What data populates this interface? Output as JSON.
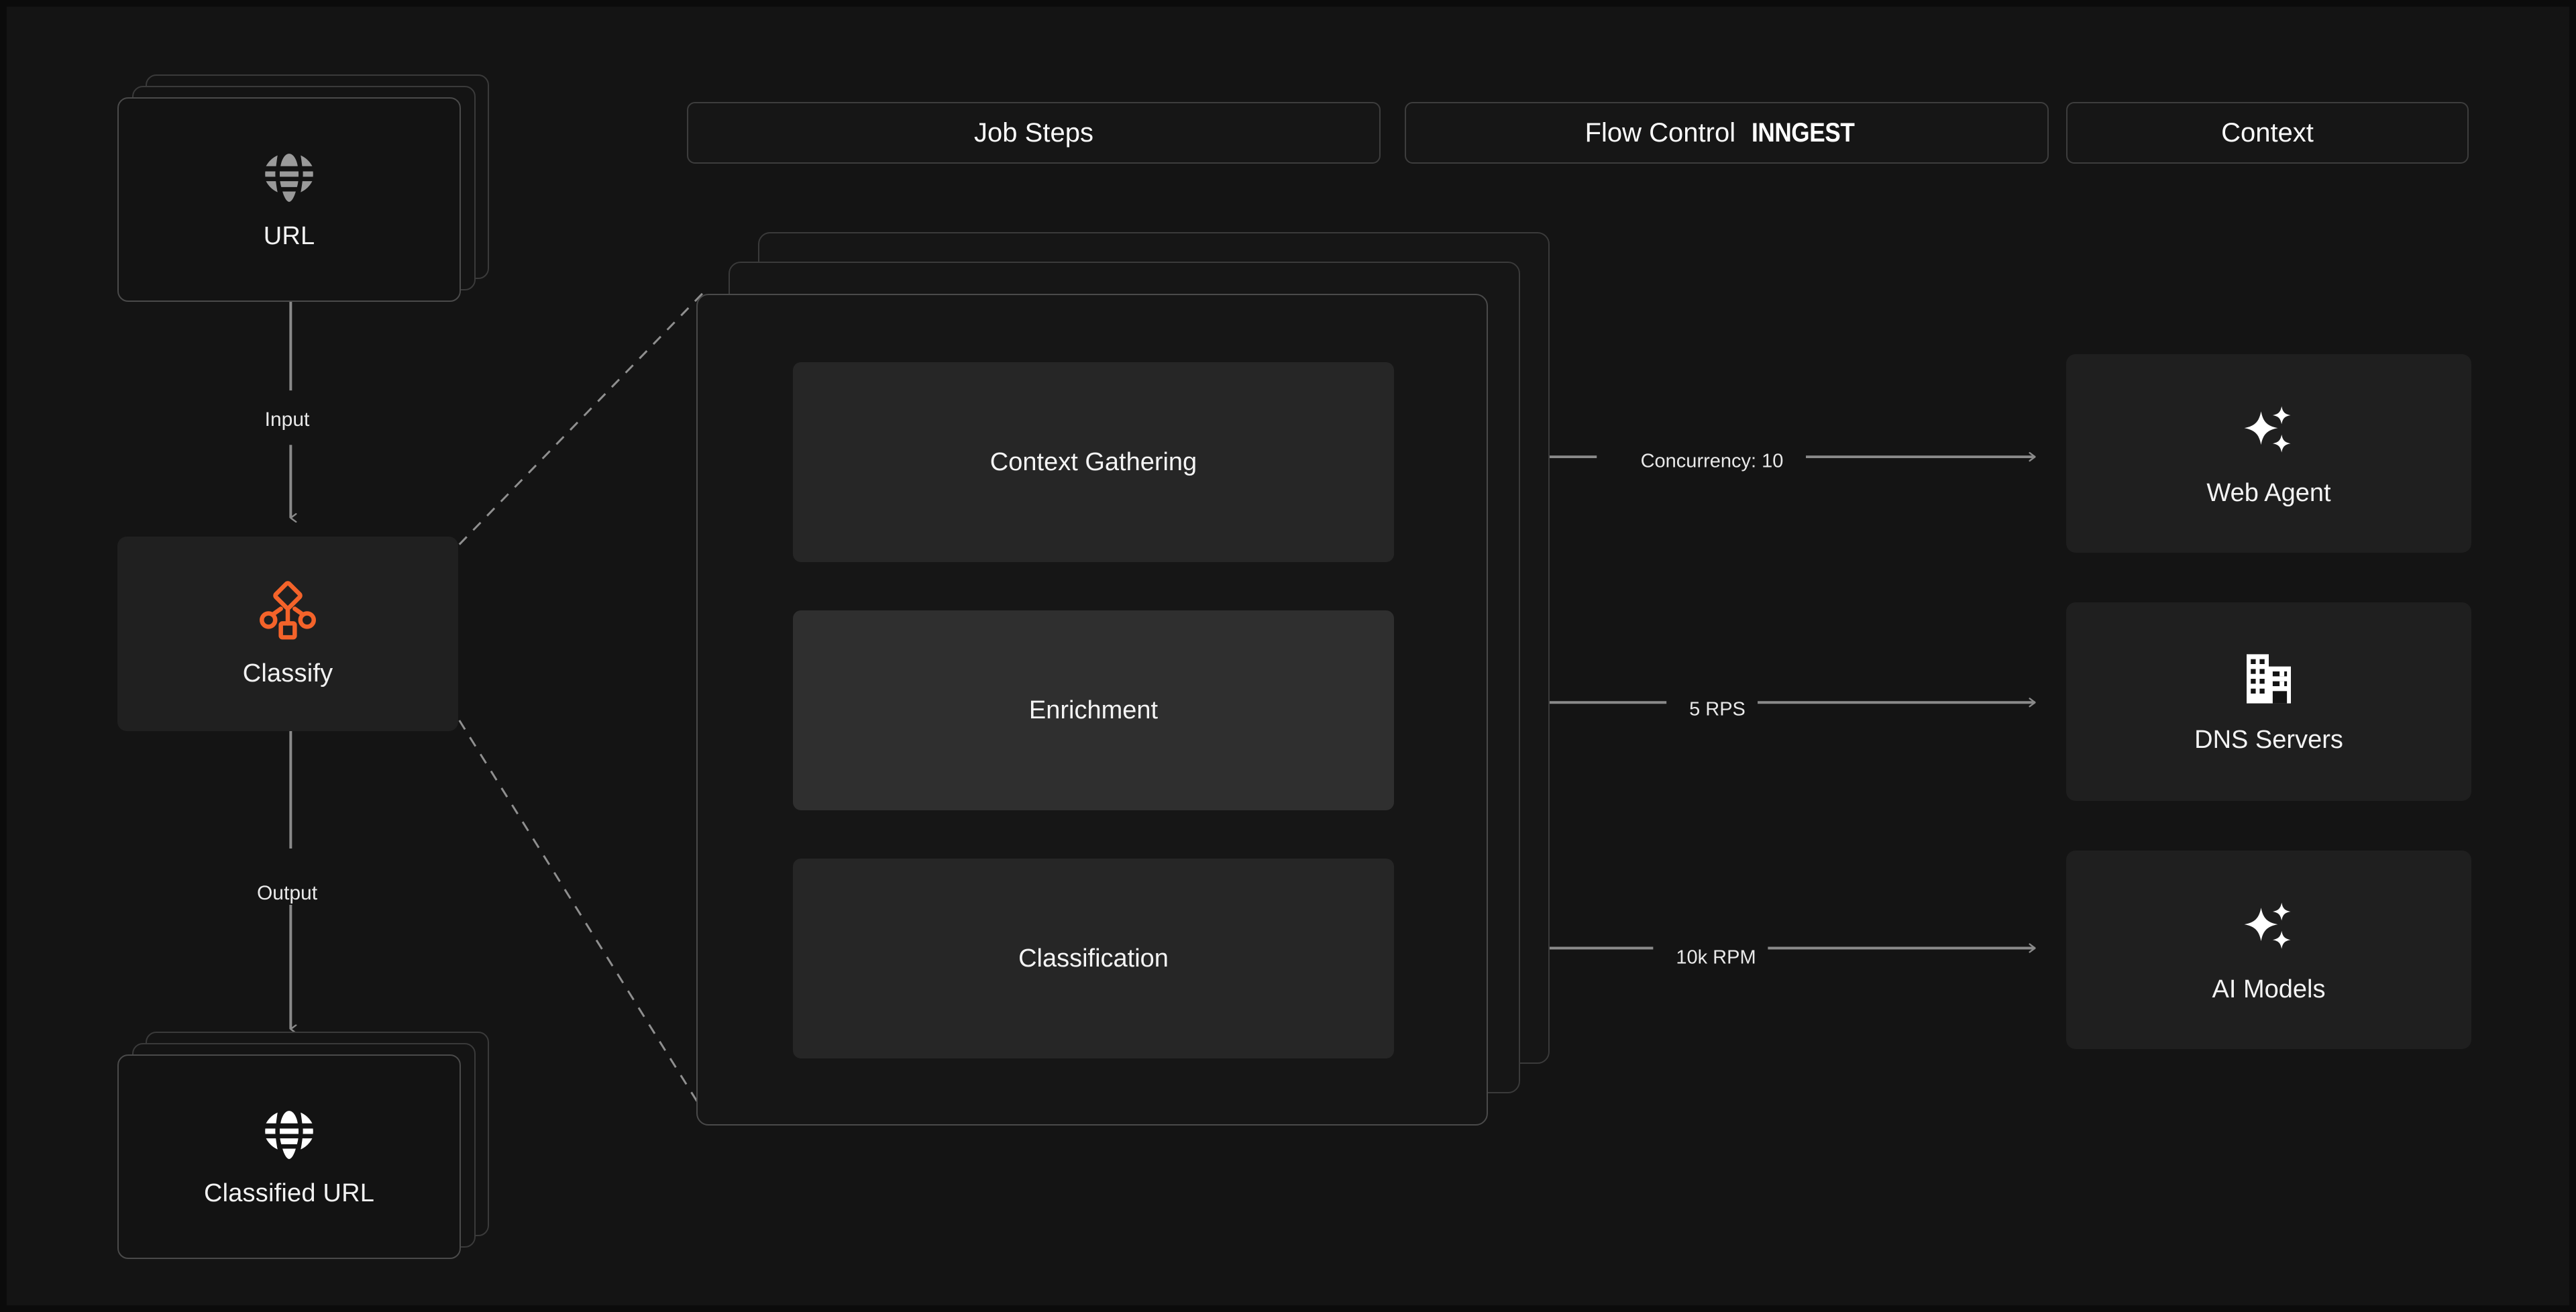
{
  "diagram": {
    "background_color": "#141414",
    "accent_color": "#f4632a",
    "headers": [
      {
        "id": "job-steps",
        "label": "Job Steps",
        "brand": ""
      },
      {
        "id": "flow-control",
        "label": "Flow Control",
        "brand": "INNGEST"
      },
      {
        "id": "context",
        "label": "Context",
        "brand": ""
      }
    ],
    "pipeline": {
      "input_card": {
        "label": "URL",
        "icon": "globe-icon",
        "icon_color": "#9a9a9a",
        "stacked": true
      },
      "process": {
        "label": "Classify",
        "icon": "workflow-icon",
        "icon_color": "#f4632a"
      },
      "output_card": {
        "label": "Classified URL",
        "icon": "globe-icon",
        "icon_color": "#ffffff",
        "stacked": true
      },
      "input_edge_label": "Input",
      "output_edge_label": "Output"
    },
    "job_steps": [
      {
        "label": "Context Gathering",
        "highlighted": false
      },
      {
        "label": "Enrichment",
        "highlighted": true
      },
      {
        "label": "Classification",
        "highlighted": false
      }
    ],
    "flow_control_labels": [
      "Concurrency: 10",
      "5 RPS",
      "10k RPM"
    ],
    "context_cards": [
      {
        "label": "Web Agent",
        "icon": "sparkles-icon"
      },
      {
        "label": "DNS Servers",
        "icon": "building-icon"
      },
      {
        "label": "AI Models",
        "icon": "sparkles-icon"
      }
    ]
  }
}
